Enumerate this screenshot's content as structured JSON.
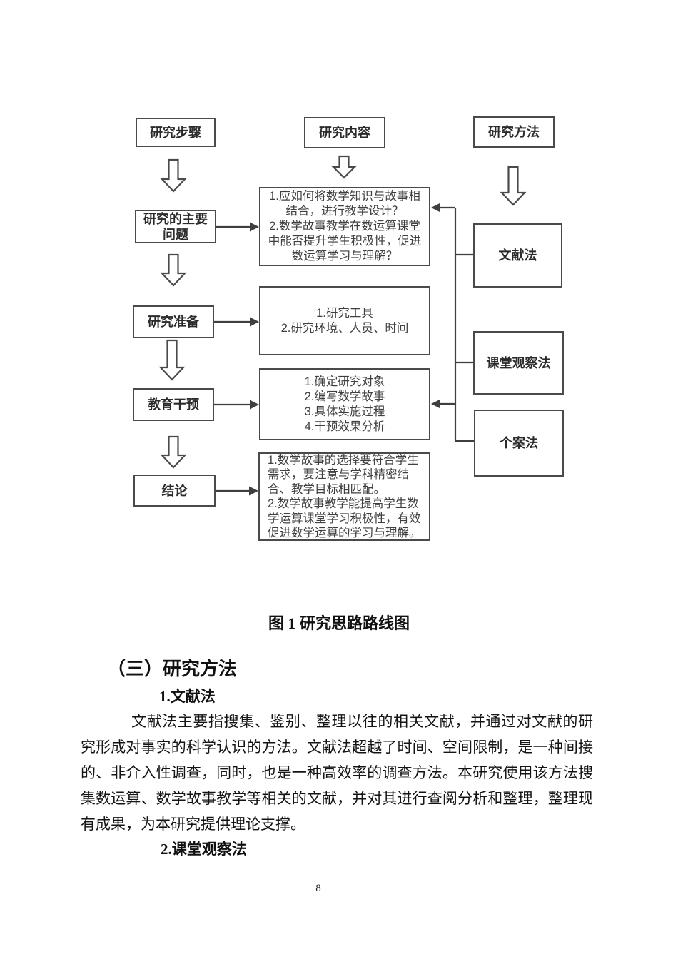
{
  "figure": {
    "caption": "图 1 研究思路路线图",
    "headers": {
      "steps": "研究步骤",
      "content": "研究内容",
      "method": "研究方法"
    },
    "steps": {
      "problem": "研究的主要\n问题",
      "prepare": "研究准备",
      "intervene": "教育干预",
      "conclude": "结论"
    },
    "contents": {
      "questions": "1.应如何将数学知识与故事相\n结合，进行教学设计？\n2.数学故事教学在数运算课堂\n中能否提升学生积极性，促进\n数运算学习与理解？",
      "tools": "1.研究工具\n2.研究环境、人员、时间",
      "implementation": "1.确定研究对象\n2.编写数学故事\n3.具体实施过程\n4.干预效果分析",
      "conclusion": "1.数学故事的选择要符合学生\n需求，要注意与学科精密结\n合、教学目标相匹配。\n2.数学故事教学能提高学生数\n学运算课堂学习积极性，有效\n促进数学运算的学习与理解。"
    },
    "methods": {
      "literature": "文献法",
      "observation": "课堂观察法",
      "case": "个案法"
    }
  },
  "section": {
    "heading": "（三）研究方法",
    "sub1": "1.文献法",
    "paragraph1": "文献法主要指搜集、鉴别、整理以往的相关文献，并通过对文献的研究形成对事实的科学认识的方法。文献法超越了时间、空间限制，是一种间接的、非介入性调查，同时，也是一种高效率的调查方法。本研究使用该方法搜集数运算、数学故事教学等相关的文献，并对其进行查阅分析和整理，整理现有成果，为本研究提供理论支撑。",
    "sub2": "2.课堂观察法"
  },
  "page": {
    "number": "8"
  },
  "colors": {
    "background": "#ffffff",
    "box_border": "#4a4a4a",
    "label_text": "#2b2b2b",
    "content_text": "#3f3f3f",
    "body_text": "#141414"
  }
}
